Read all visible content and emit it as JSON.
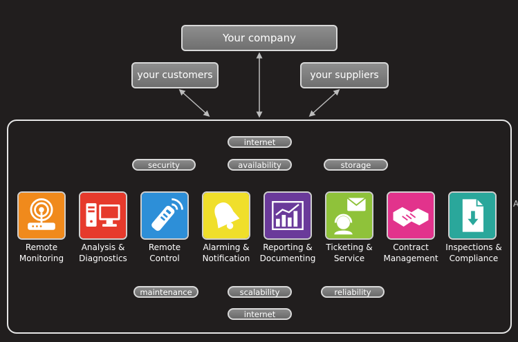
{
  "top": {
    "company": "Your company",
    "customers": "your customers",
    "suppliers": "your suppliers"
  },
  "layers": {
    "top_internet": "internet",
    "security": "security",
    "availability": "availability",
    "storage": "storage",
    "maintenance": "maintenance",
    "scalability": "scalability",
    "reliability": "reliability",
    "bottom_internet": "internet"
  },
  "modules": [
    {
      "line1": "Remote",
      "line2": "Monitoring",
      "color": "#f08a1c",
      "icon": "antenna-router-icon"
    },
    {
      "line1": "Analysis &",
      "line2": "Diagnostics",
      "color": "#e63a2c",
      "icon": "computer-icon"
    },
    {
      "line1": "Remote",
      "line2": "Control",
      "color": "#2d8fd8",
      "icon": "remote-control-icon"
    },
    {
      "line1": "Alarming &",
      "line2": "Notification",
      "color": "#f0df2b",
      "icon": "bell-icon"
    },
    {
      "line1": "Reporting &",
      "line2": "Documenting",
      "color": "#6a3a9a",
      "icon": "bar-chart-icon"
    },
    {
      "line1": "Ticketing &",
      "line2": "Service",
      "color": "#8fc23a",
      "icon": "support-agent-icon"
    },
    {
      "line1": "Contract",
      "line2": "Management",
      "color": "#e2338c",
      "icon": "handshake-icon"
    },
    {
      "line1": "Inspections &",
      "line2": "Compliance",
      "color": "#2aa79b",
      "icon": "document-download-icon"
    }
  ],
  "edge_mark": "A"
}
